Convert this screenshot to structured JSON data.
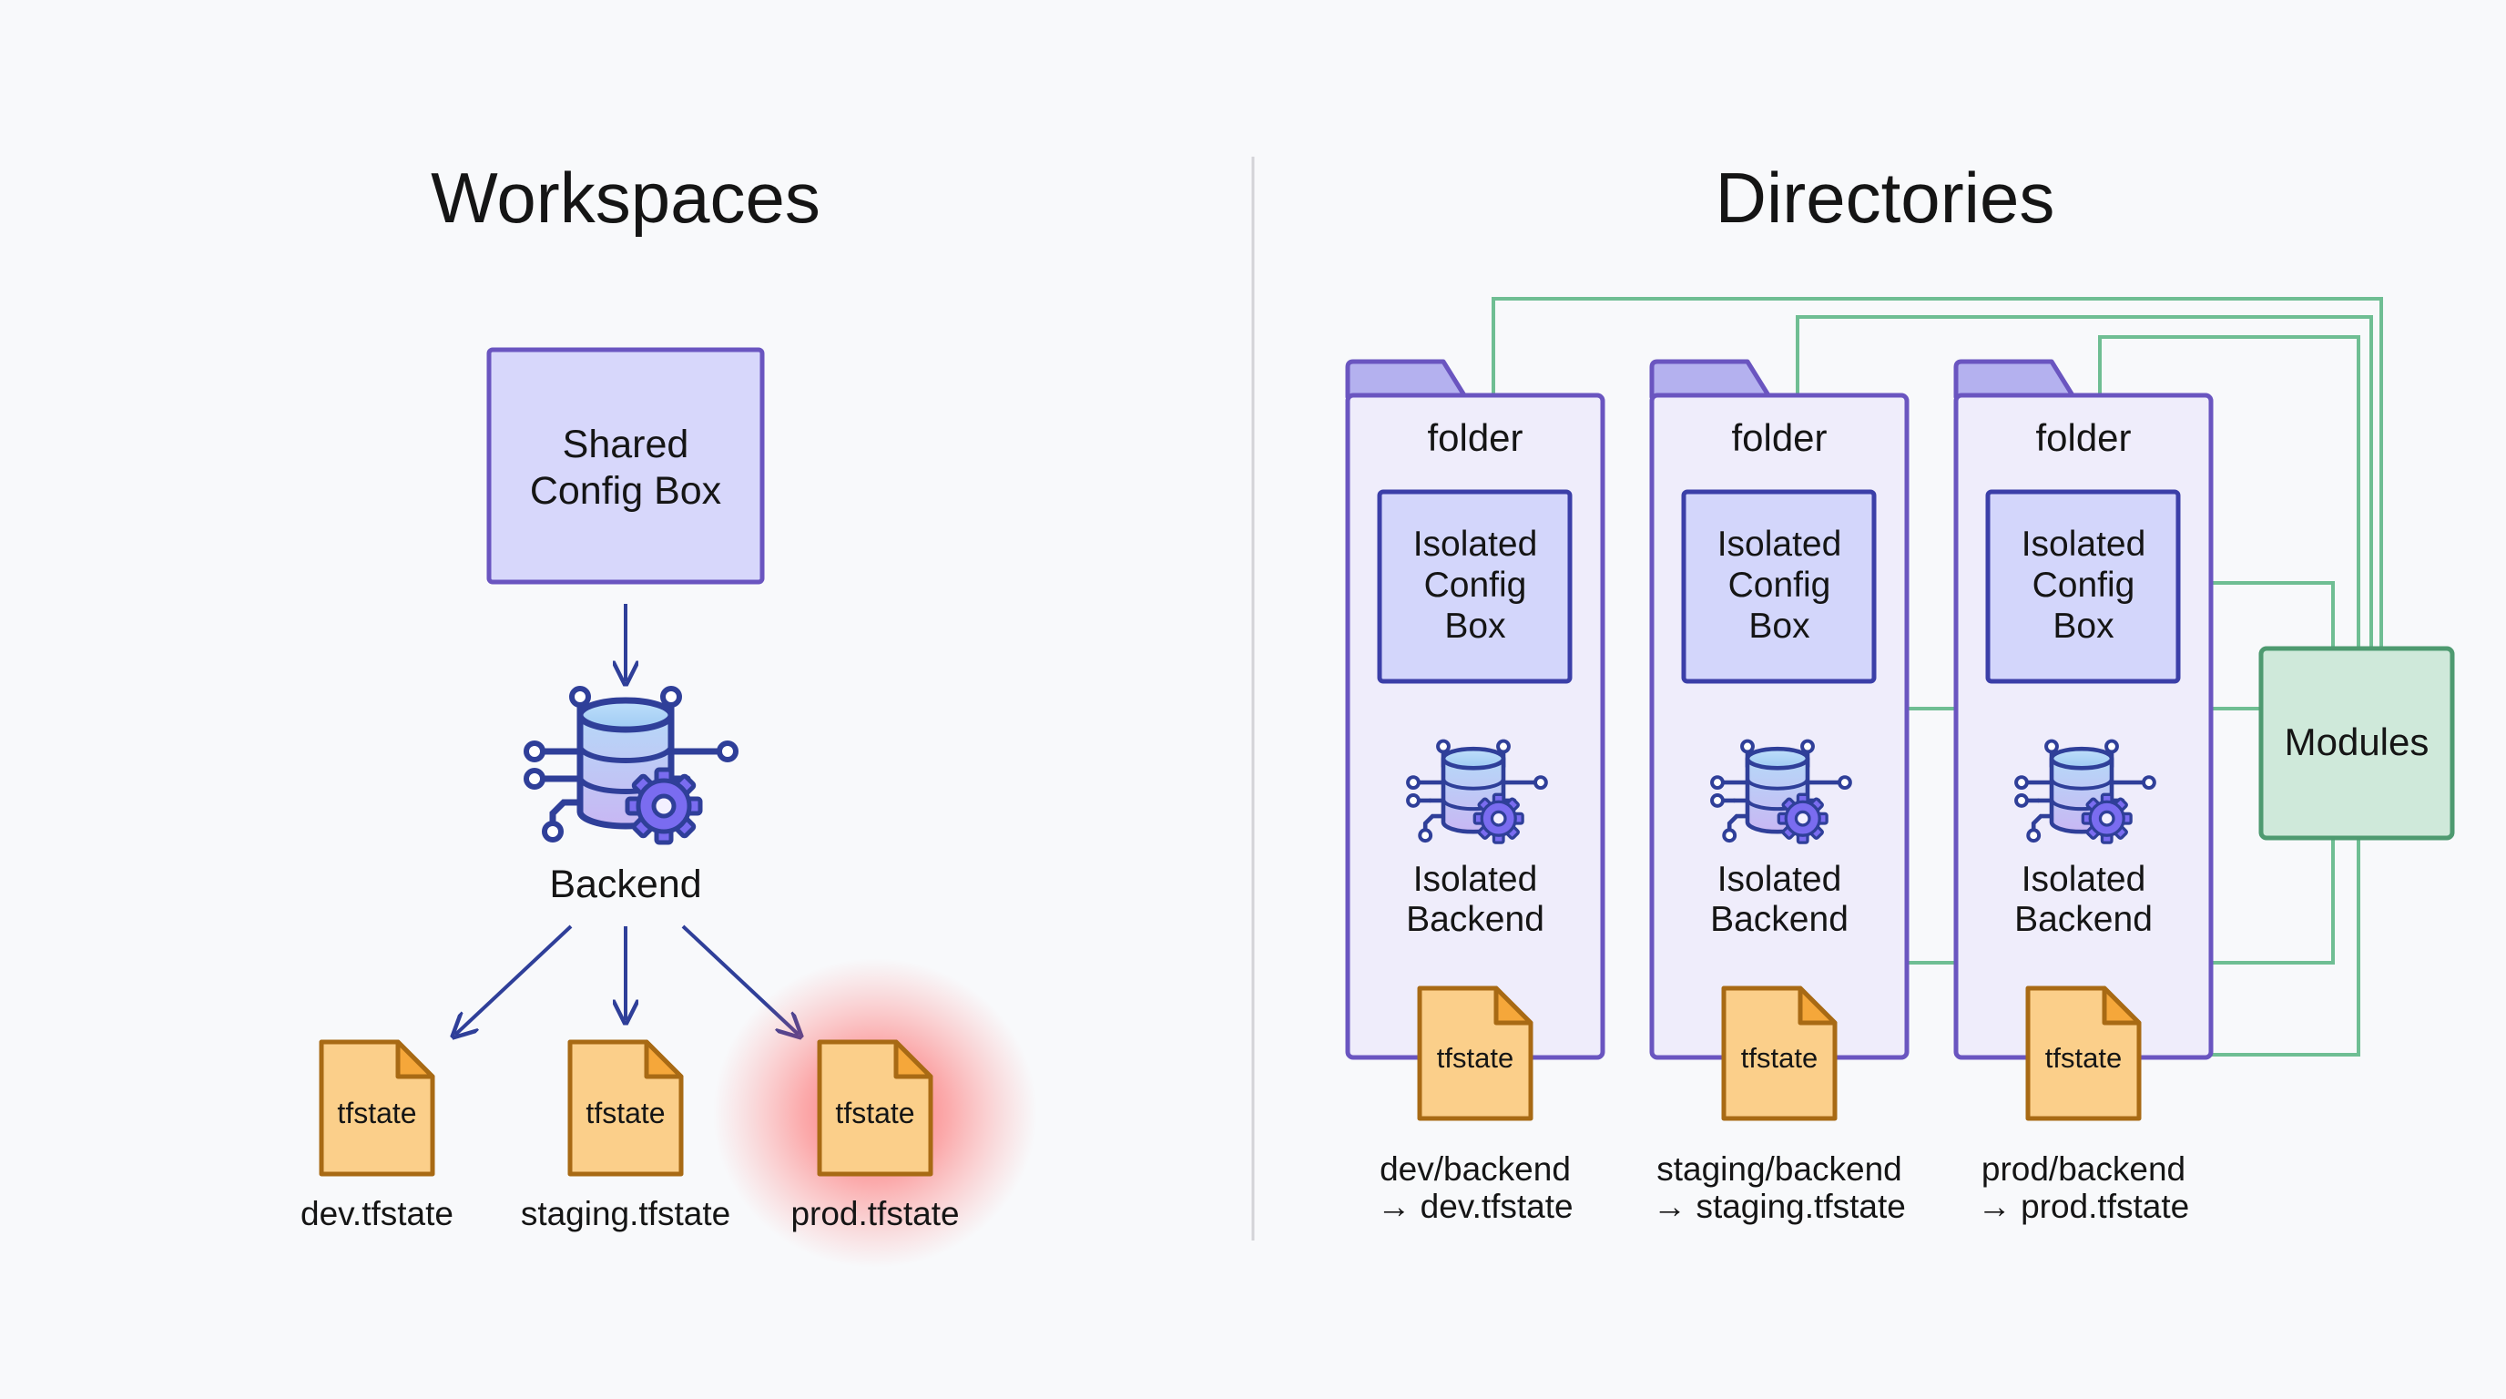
{
  "left_panel": {
    "title": "Workspaces",
    "shared_config": {
      "line1": "Shared",
      "line2": "Config Box"
    },
    "backend_label": "Backend",
    "state_files": [
      {
        "icon_label": "tfstate",
        "caption": "dev.tfstate",
        "highlighted": false
      },
      {
        "icon_label": "tfstate",
        "caption": "staging.tfstate",
        "highlighted": false
      },
      {
        "icon_label": "tfstate",
        "caption": "prod.tfstate",
        "highlighted": true
      }
    ]
  },
  "right_panel": {
    "title": "Directories",
    "folders": [
      {
        "folder_label": "folder",
        "config_lines": [
          "Isolated",
          "Config",
          "Box"
        ],
        "backend_lines": [
          "Isolated",
          "Backend"
        ],
        "state_label": "tfstate",
        "caption_line1": "dev/backend",
        "caption_line2": "→ dev.tfstate"
      },
      {
        "folder_label": "folder",
        "config_lines": [
          "Isolated",
          "Config",
          "Box"
        ],
        "backend_lines": [
          "Isolated",
          "Backend"
        ],
        "state_label": "tfstate",
        "caption_line1": "staging/backend",
        "caption_line2": "→ staging.tfstate"
      },
      {
        "folder_label": "folder",
        "config_lines": [
          "Isolated",
          "Config",
          "Box"
        ],
        "backend_lines": [
          "Isolated",
          "Backend"
        ],
        "state_label": "tfstate",
        "caption_line1": "prod/backend",
        "caption_line2": "→ prod.tfstate"
      }
    ],
    "modules_label": "Modules"
  },
  "colors": {
    "background": "#f8f9fb",
    "config_fill": "#d7d7fb",
    "config_stroke": "#6a55c0",
    "arrow": "#2f3f99",
    "file_fill": "#fbcf8a",
    "file_stroke": "#a86a14",
    "highlight": "#ff3b3b",
    "folder_fill": "#efedfb",
    "folder_stroke": "#6a55c0",
    "folder_tab": "#b4b1ef",
    "inner_config_fill": "#d3d6fb",
    "inner_config_stroke": "#3b3fa8",
    "modules_fill": "#cfe9da",
    "modules_stroke": "#4e9a70",
    "connector": "#6fbe93",
    "divider": "#d4d4d8"
  },
  "icons": {
    "arrow": "arrow-down-icon",
    "backend": "database-gear-icon",
    "state_file": "file-icon",
    "folder": "folder-icon"
  }
}
